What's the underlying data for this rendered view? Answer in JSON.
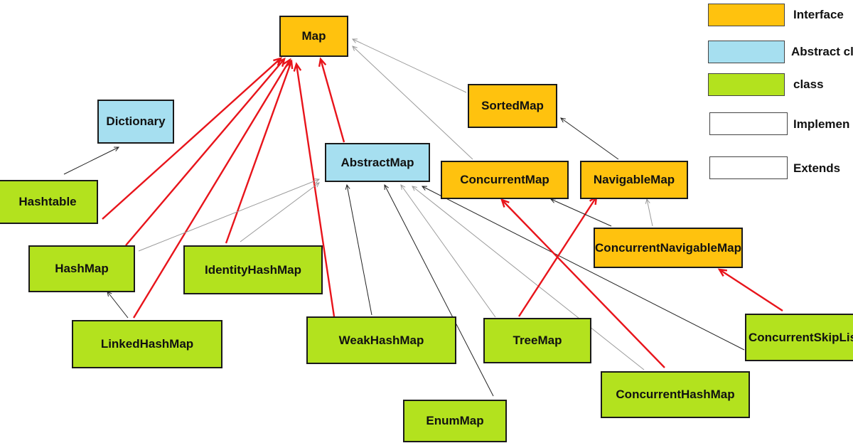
{
  "colors": {
    "interface": "#ffc20e",
    "abstract": "#a6dff0",
    "class": "#b3e21e",
    "implements": "#e8141b",
    "extends_gray": "#9a9a9a",
    "extends_black": "#222222"
  },
  "nodes": {
    "map": {
      "label": "Map",
      "kind": "interface"
    },
    "dictionary": {
      "label": "Dictionary",
      "kind": "abstract"
    },
    "sortedmap": {
      "label": "SortedMap",
      "kind": "interface"
    },
    "abstractmap": {
      "label": "AbstractMap",
      "kind": "abstract"
    },
    "concurrentmap": {
      "label": "ConcurrentMap",
      "kind": "interface"
    },
    "navigablemap": {
      "label": "NavigableMap",
      "kind": "interface"
    },
    "hashtable": {
      "label": "Hashtable",
      "kind": "class"
    },
    "concurrentnavigablemap": {
      "label": "ConcurrentNavigableMap",
      "kind": "interface"
    },
    "hashmap": {
      "label": "HashMap",
      "kind": "class"
    },
    "identityhashmap": {
      "label": "IdentityHashMap",
      "kind": "class"
    },
    "linkedhashmap": {
      "label": "LinkedHashMap",
      "kind": "class"
    },
    "weakhashmap": {
      "label": "WeakHashMap",
      "kind": "class"
    },
    "treemap": {
      "label": "TreeMap",
      "kind": "class"
    },
    "concurrentskiplist": {
      "label": "ConcurrentSkipLis",
      "kind": "class"
    },
    "concurrenthashmap": {
      "label": "ConcurrentHashMap",
      "kind": "class"
    },
    "enummap": {
      "label": "EnumMap",
      "kind": "class"
    }
  },
  "legend": {
    "interface": "Interface",
    "abstract": "Abstract cl",
    "class": "class",
    "implements": "Implemen",
    "extends": "Extends"
  },
  "edges": [
    {
      "from": "hashtable",
      "to": "map",
      "type": "implements"
    },
    {
      "from": "hashmap",
      "to": "map",
      "type": "implements"
    },
    {
      "from": "linkedhashmap",
      "to": "map",
      "type": "implements"
    },
    {
      "from": "identityhashmap",
      "to": "map",
      "type": "implements"
    },
    {
      "from": "weakhashmap",
      "to": "map",
      "type": "implements"
    },
    {
      "from": "abstractmap",
      "to": "map",
      "type": "implements"
    },
    {
      "from": "sortedmap",
      "to": "map",
      "type": "extends"
    },
    {
      "from": "concurrentmap",
      "to": "map",
      "type": "extends"
    },
    {
      "from": "navigablemap",
      "to": "sortedmap",
      "type": "extends"
    },
    {
      "from": "hashtable",
      "to": "dictionary",
      "type": "extends"
    },
    {
      "from": "hashmap",
      "to": "abstractmap",
      "type": "extends"
    },
    {
      "from": "identityhashmap",
      "to": "abstractmap",
      "type": "extends"
    },
    {
      "from": "weakhashmap",
      "to": "abstractmap",
      "type": "extends"
    },
    {
      "from": "enummap",
      "to": "abstractmap",
      "type": "extends"
    },
    {
      "from": "treemap",
      "to": "abstractmap",
      "type": "extends"
    },
    {
      "from": "concurrenthashmap",
      "to": "abstractmap",
      "type": "extends"
    },
    {
      "from": "concurrentskiplist",
      "to": "abstractmap",
      "type": "extends"
    },
    {
      "from": "linkedhashmap",
      "to": "hashmap",
      "type": "extends"
    },
    {
      "from": "treemap",
      "to": "navigablemap",
      "type": "implements"
    },
    {
      "from": "concurrenthashmap",
      "to": "concurrentmap",
      "type": "implements"
    },
    {
      "from": "concurrentnavigablemap",
      "to": "concurrentmap",
      "type": "extends"
    },
    {
      "from": "concurrentnavigablemap",
      "to": "navigablemap",
      "type": "extends"
    },
    {
      "from": "concurrentskiplist",
      "to": "concurrentnavigablemap",
      "type": "implements"
    }
  ]
}
